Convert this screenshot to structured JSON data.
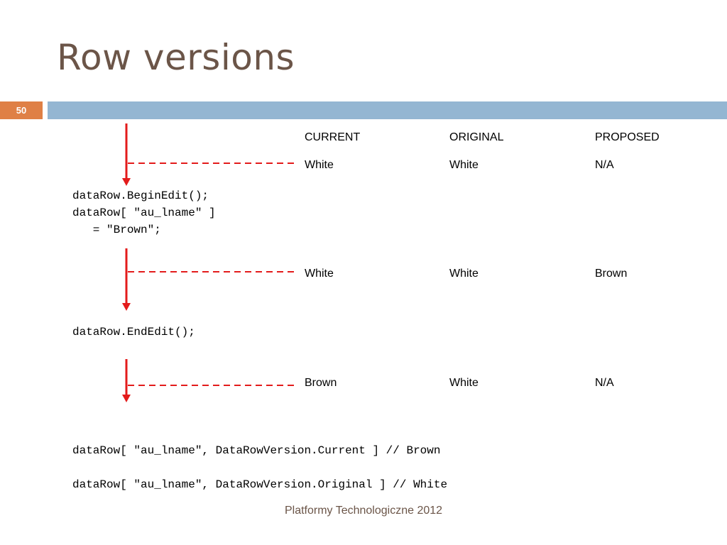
{
  "slide": {
    "title": "Row versions",
    "number": "50",
    "footer": "Platformy Technologiczne 2012"
  },
  "columns": {
    "current": "CURRENT",
    "original": "ORIGINAL",
    "proposed": "PROPOSED"
  },
  "states": [
    {
      "current": "White",
      "original": "White",
      "proposed": "N/A"
    },
    {
      "current": "White",
      "original": "White",
      "proposed": "Brown"
    },
    {
      "current": "Brown",
      "original": "White",
      "proposed": "N/A"
    }
  ],
  "code": {
    "begin_edit": "dataRow.BeginEdit();\ndataRow[ \"au_lname\" ]\n   = \"Brown\";",
    "end_edit": "dataRow.EndEdit();",
    "access_current": "dataRow[ \"au_lname\", DataRowVersion.Current ] // Brown",
    "access_original": "dataRow[ \"au_lname\", DataRowVersion.Original ] // White"
  },
  "colors": {
    "title": "#6b5548",
    "accent_orange": "#df8046",
    "accent_blue": "#94b6d2",
    "arrow_red": "#e31b1b"
  }
}
